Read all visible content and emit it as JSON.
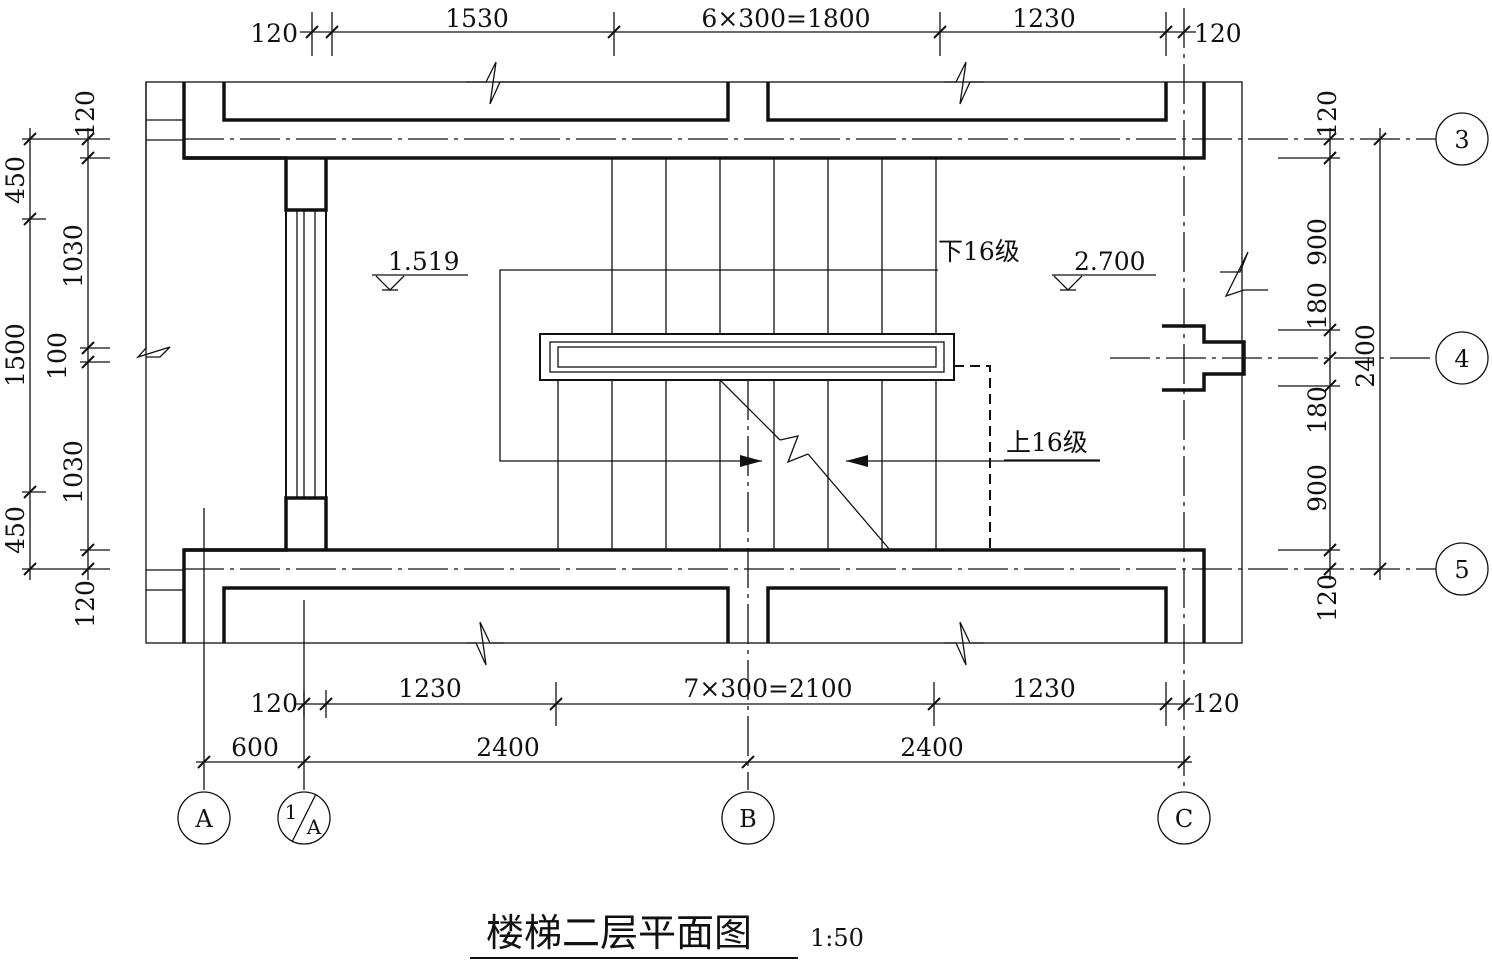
{
  "drawing": {
    "title": "楼梯二层平面图",
    "scale": "1:50"
  },
  "dimensions": {
    "top": [
      "120",
      "1530",
      "6×300=1800",
      "1230",
      "120"
    ],
    "bottom_row1": [
      "120",
      "1230",
      "7×300=2100",
      "1230",
      "120"
    ],
    "bottom_row2": [
      "600",
      "2400",
      "2400"
    ],
    "left_outer": [
      "450",
      "1500",
      "450"
    ],
    "left_inner": [
      "120",
      "1030",
      "100",
      "1030",
      "120"
    ],
    "right_inner": [
      "120",
      "900",
      "180",
      "180",
      "900",
      "120"
    ],
    "right_outer": [
      "2400"
    ]
  },
  "annotations": {
    "elev_left": "1.519",
    "elev_right": "2.700",
    "down_label": "下16级",
    "up_label": "上16级"
  },
  "axes": {
    "bottom": [
      "A",
      "1",
      "A",
      "B",
      "C"
    ],
    "right": [
      "3",
      "4",
      "5"
    ]
  }
}
